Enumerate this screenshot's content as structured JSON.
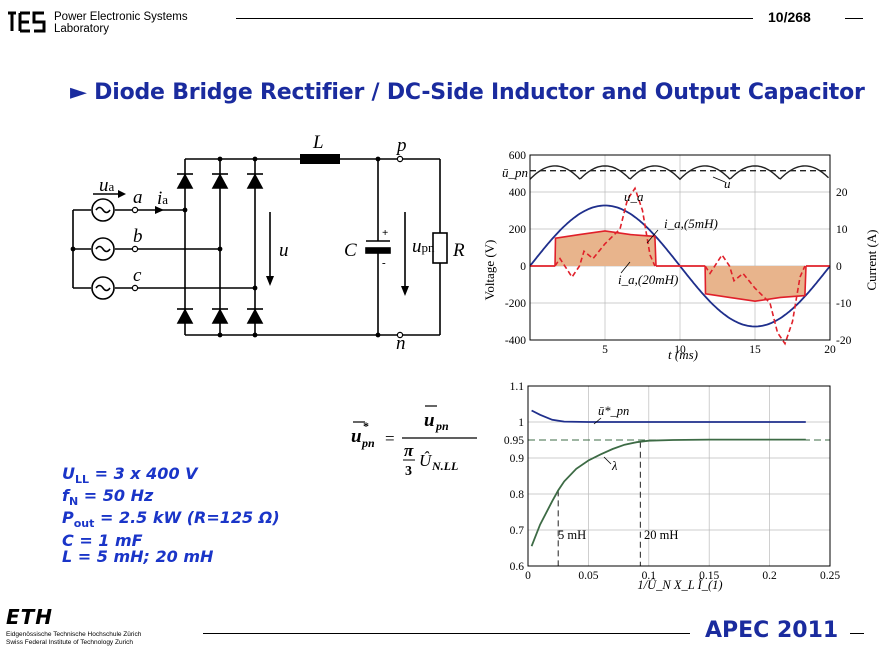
{
  "header": {
    "lab_line1": "Power Electronic Systems",
    "lab_line2": "Laboratory",
    "page_number": "10/268"
  },
  "title": "► Diode Bridge Rectifier / DC-Side Inductor and Output Capacitor",
  "circuit": {
    "inductor_label": "L",
    "node_p": "p",
    "node_n": "n",
    "capacitor_label": "C",
    "capacitor_plus": "+",
    "capacitor_minus": "-",
    "resistor_label": "R",
    "dc_voltage_label": "u",
    "output_voltage_label": "u",
    "output_voltage_sub": "pn",
    "source_voltage_label": "u",
    "source_voltage_sub": "a",
    "current_label": "i",
    "current_sub": "a",
    "phases": [
      "a",
      "b",
      "c"
    ]
  },
  "equation": {
    "lhs_base": "u",
    "lhs_sub": "pn",
    "lhs_sup": "*",
    "equals": "=",
    "numerator_base": "u",
    "numerator_sub": "pn",
    "pi": "π",
    "three": "3",
    "denominator_base": "Û",
    "denominator_sub": "N.LL"
  },
  "params": {
    "u_ll_sym": "U",
    "u_ll_sub": "LL",
    "u_ll_val": " = 3 x 400 V",
    "fn_sym": "f",
    "fn_sub": "N",
    "fn_val": " = 50 Hz",
    "pout_sym": "P",
    "pout_sub": "out",
    "pout_val": " = 2.5 kW  (R=125 Ω)",
    "c_line": "C =  1 mF",
    "l_line": "L = 5 mH; 20 mH"
  },
  "footer": {
    "eth_logo": "ETH",
    "eth_line1": "Eidgenössische Technische Hochschule Zürich",
    "eth_line2": "Swiss Federal Institute of Technology Zurich",
    "apec": "APEC 2011"
  },
  "colors": {
    "title_blue": "#1a2b9e",
    "param_blue": "#1a35c8",
    "voltage_curve": "#1f2f8c",
    "current_curve": "#e0202a",
    "fill_area": "#e8b48c",
    "lambda_curve": "#3d6b45"
  },
  "chart_data": [
    {
      "type": "line",
      "xlabel": "t (ms)",
      "ylabel": "Voltage (V)",
      "y2label": "Current (A)",
      "xlim": [
        0,
        20
      ],
      "ylim": [
        -400,
        600
      ],
      "y2lim": [
        -20,
        30
      ],
      "xticks": [
        "5",
        "10",
        "15",
        "20"
      ],
      "yticks": [
        "-400",
        "-200",
        "0",
        "200",
        "400",
        "600"
      ],
      "y2ticks": [
        "-20",
        "-10",
        "0",
        "10",
        "20"
      ],
      "grid": true,
      "series": [
        {
          "name": "u",
          "values": [
            [
              0,
              541
            ],
            [
              1.67,
              490
            ],
            [
              3.33,
              541
            ],
            [
              5,
              490
            ],
            [
              6.67,
              541
            ],
            [
              8.33,
              490
            ],
            [
              10,
              541
            ],
            [
              11.67,
              490
            ],
            [
              13.33,
              541
            ],
            [
              15,
              490
            ],
            [
              16.67,
              541
            ],
            [
              18.33,
              490
            ],
            [
              20,
              541
            ]
          ]
        },
        {
          "name": "ū_pn",
          "values": [
            [
              0,
              515
            ],
            [
              20,
              515
            ]
          ]
        },
        {
          "name": "u_a",
          "values": [
            [
              0,
              0
            ],
            [
              2.5,
              231
            ],
            [
              5,
              327
            ],
            [
              7.5,
              231
            ],
            [
              10,
              0
            ],
            [
              12.5,
              -231
            ],
            [
              15,
              -327
            ],
            [
              17.5,
              -231
            ],
            [
              20,
              0
            ]
          ]
        },
        {
          "name": "i_a,(5mH)",
          "values": [
            [
              1.67,
              0
            ],
            [
              2.0,
              2
            ],
            [
              2.8,
              -3
            ],
            [
              3.3,
              0
            ],
            [
              3.6,
              4
            ],
            [
              4.2,
              2
            ],
            [
              5.0,
              6
            ],
            [
              6.0,
              10
            ],
            [
              6.5,
              18
            ],
            [
              7.0,
              21
            ],
            [
              7.5,
              15
            ],
            [
              8.0,
              3
            ],
            [
              8.33,
              0
            ]
          ]
        },
        {
          "name": "i_a,(20mH)",
          "values": [
            [
              1.67,
              0
            ],
            [
              1.7,
              7.5
            ],
            [
              3.3,
              8.5
            ],
            [
              5,
              9.5
            ],
            [
              6.7,
              8.5
            ],
            [
              8.33,
              8
            ],
            [
              8.4,
              0
            ]
          ]
        }
      ],
      "annotations": [
        "ū_pn",
        "u",
        "u_a",
        "i_a,(5mH)",
        "i_a,(20mH)"
      ]
    },
    {
      "type": "line",
      "xlabel": "1/Û_N X_L Î_(1)",
      "xlim": [
        0,
        0.25
      ],
      "ylim": [
        0.6,
        1.1
      ],
      "xticks": [
        "0",
        "0.05",
        "0.1",
        "0.15",
        "0.2",
        "0.25"
      ],
      "yticks": [
        "0.6",
        "0.7",
        "0.8",
        "0.9",
        "0.95",
        "1",
        "1.1"
      ],
      "grid": true,
      "series": [
        {
          "name": "ū*_pn",
          "values": [
            [
              0.003,
              1.032
            ],
            [
              0.01,
              1.02
            ],
            [
              0.02,
              1.006
            ],
            [
              0.03,
              1.001
            ],
            [
              0.05,
              1.0
            ],
            [
              0.1,
              1.0
            ],
            [
              0.15,
              1.0
            ],
            [
              0.2,
              1.0
            ],
            [
              0.23,
              1.0
            ]
          ]
        },
        {
          "name": "λ",
          "values": [
            [
              0.003,
              0.655
            ],
            [
              0.01,
              0.715
            ],
            [
              0.02,
              0.78
            ],
            [
              0.025,
              0.81
            ],
            [
              0.03,
              0.835
            ],
            [
              0.04,
              0.87
            ],
            [
              0.05,
              0.893
            ],
            [
              0.06,
              0.91
            ],
            [
              0.07,
              0.925
            ],
            [
              0.08,
              0.937
            ],
            [
              0.09,
              0.944
            ],
            [
              0.1,
              0.948
            ],
            [
              0.12,
              0.95
            ],
            [
              0.15,
              0.951
            ],
            [
              0.23,
              0.951
            ]
          ]
        }
      ],
      "annotations": [
        "5 mH",
        "20 mH",
        "ū*_pn",
        "λ"
      ],
      "markers": [
        {
          "x": 0.025,
          "label": "5 mH"
        },
        {
          "x": 0.093,
          "label": "20 mH"
        }
      ]
    }
  ]
}
